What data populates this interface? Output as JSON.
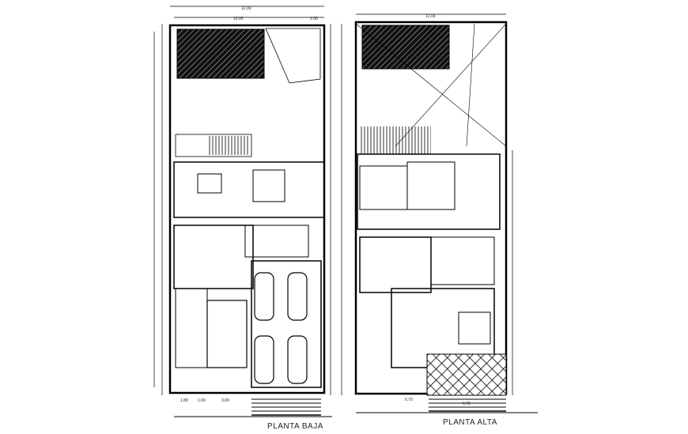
{
  "plans": [
    {
      "title": "PLANTA BAJA",
      "dims": {
        "top_total": "12.00",
        "top_a": "10.00",
        "top_b": "1.00",
        "bottom_a": "1.80",
        "bottom_b": "1.00",
        "bottom_c": "3.00"
      }
    },
    {
      "title": "PLANTA ALTA",
      "dims": {
        "top_total": "12.00",
        "bottom_a": "6.70",
        "bottom_b": "6.72"
      }
    }
  ],
  "colors": {
    "line": "#000000",
    "background": "#ffffff"
  }
}
